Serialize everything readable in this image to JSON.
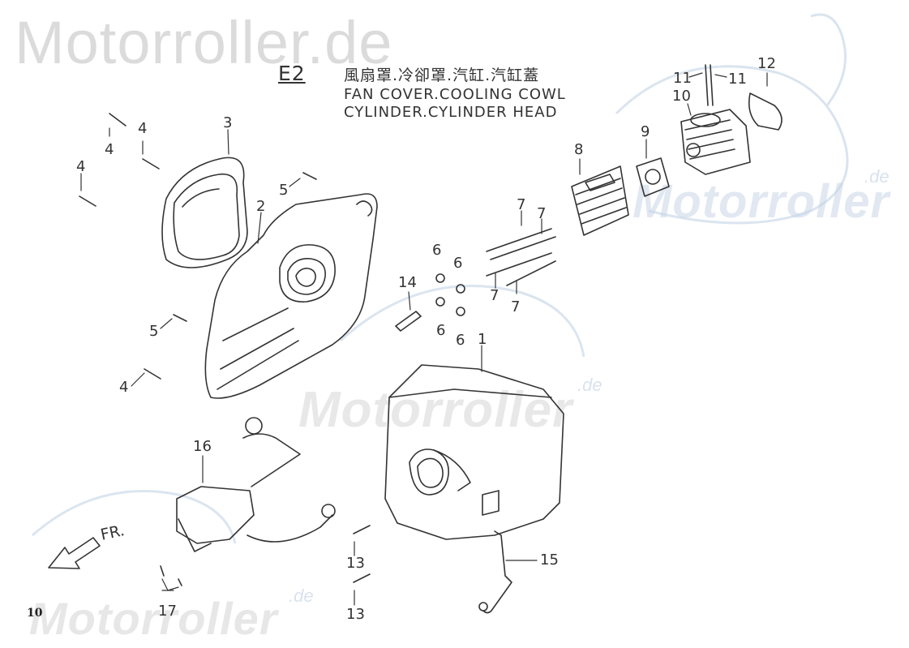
{
  "watermark": {
    "main": "Motorroller.de",
    "logo_word": "Motorroller",
    "logo_suffix": ".de"
  },
  "header": {
    "code": "E2",
    "title_cn": "風扇罩.冷卻罩.汽缸.汽缸蓋",
    "title_en_line1": "FAN COVER.COOLING COWL",
    "title_en_line2": "CYLINDER.CYLINDER HEAD"
  },
  "direction_label": "FR.",
  "page_number": "10",
  "callouts": [
    {
      "id": "c1",
      "text": "1"
    },
    {
      "id": "c2",
      "text": "2"
    },
    {
      "id": "c3",
      "text": "3"
    },
    {
      "id": "c4a",
      "text": "4"
    },
    {
      "id": "c4b",
      "text": "4"
    },
    {
      "id": "c4c",
      "text": "4"
    },
    {
      "id": "c4d",
      "text": "4"
    },
    {
      "id": "c5a",
      "text": "5"
    },
    {
      "id": "c5b",
      "text": "5"
    },
    {
      "id": "c6a",
      "text": "6"
    },
    {
      "id": "c6b",
      "text": "6"
    },
    {
      "id": "c6c",
      "text": "6"
    },
    {
      "id": "c6d",
      "text": "6"
    },
    {
      "id": "c7a",
      "text": "7"
    },
    {
      "id": "c7b",
      "text": "7"
    },
    {
      "id": "c7c",
      "text": "7"
    },
    {
      "id": "c7d",
      "text": "7"
    },
    {
      "id": "c8",
      "text": "8"
    },
    {
      "id": "c9",
      "text": "9"
    },
    {
      "id": "c10",
      "text": "10"
    },
    {
      "id": "c11a",
      "text": "11"
    },
    {
      "id": "c11b",
      "text": "11"
    },
    {
      "id": "c12",
      "text": "12"
    },
    {
      "id": "c13a",
      "text": "13"
    },
    {
      "id": "c13b",
      "text": "13"
    },
    {
      "id": "c14",
      "text": "14"
    },
    {
      "id": "c15",
      "text": "15"
    },
    {
      "id": "c16",
      "text": "16"
    },
    {
      "id": "c17",
      "text": "17"
    }
  ]
}
